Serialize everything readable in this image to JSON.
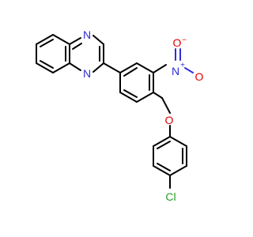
{
  "atoms": {
    "n1": "N",
    "n2": "N",
    "n_nitro": "N",
    "o_nitro_top": "O",
    "o_nitro_right": "O",
    "o_ether": "O",
    "cl": "Cl",
    "plus": "+",
    "minus": "−"
  },
  "colors": {
    "carbon": "#000000",
    "nitrogen": "#2d2dd9",
    "oxygen": "#e00000",
    "chlorine": "#25a025"
  }
}
